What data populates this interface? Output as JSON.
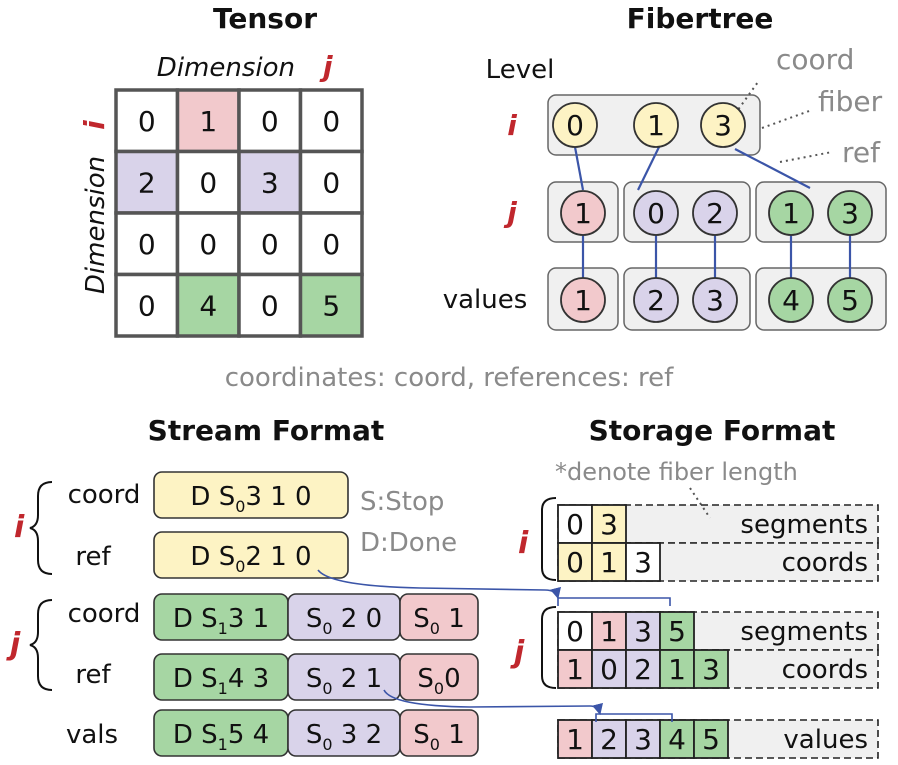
{
  "titles": {
    "tensor": "Tensor",
    "fibertree": "Fibertree",
    "stream": "Stream Format",
    "storage": "Storage Format"
  },
  "tensor": {
    "dim_j_label": "Dimension",
    "dim_j_var": "j",
    "dim_i_label": "Dimension",
    "dim_i_var": "i",
    "rows": [
      [
        "0",
        "1",
        "0",
        "0"
      ],
      [
        "2",
        "0",
        "3",
        "0"
      ],
      [
        "0",
        "0",
        "0",
        "0"
      ],
      [
        "0",
        "4",
        "0",
        "5"
      ]
    ]
  },
  "fibertree": {
    "level_label": "Level",
    "level_i": "i",
    "level_j": "j",
    "level_values": "values",
    "annotations": {
      "coord": "coord",
      "fiber": "fiber",
      "ref": "ref"
    },
    "i_coords": [
      "0",
      "1",
      "3"
    ],
    "j_fibers": [
      [
        "1"
      ],
      [
        "0",
        "2"
      ],
      [
        "1",
        "3"
      ]
    ],
    "value_fibers": [
      [
        "1"
      ],
      [
        "2",
        "3"
      ],
      [
        "4",
        "5"
      ]
    ]
  },
  "caption": "coordinates: coord, references: ref",
  "stream": {
    "i_var": "i",
    "j_var": "j",
    "row_labels": {
      "i_coord": "coord",
      "i_ref": "ref",
      "j_coord": "coord",
      "j_ref": "ref",
      "vals": "vals"
    },
    "legend": {
      "stop": "S:Stop",
      "done": "D:Done"
    },
    "i_coord": {
      "pre": "D S",
      "sub": "0",
      "post": "3 1 0"
    },
    "i_ref": {
      "pre": "D S",
      "sub": "0",
      "post": "2 1 0"
    },
    "j_coord": [
      {
        "pre": "D S",
        "sub": "1",
        "post": "3 1"
      },
      {
        "pre": "S",
        "sub": "0",
        "post": " 2 0"
      },
      {
        "pre": "S",
        "sub": "0",
        "post": " 1"
      }
    ],
    "j_ref": [
      {
        "pre": "D S",
        "sub": "1",
        "post": "4 3"
      },
      {
        "pre": "S",
        "sub": "0",
        "post": " 2 1"
      },
      {
        "pre": "S",
        "sub": "0",
        "post": "0"
      }
    ],
    "vals": [
      {
        "pre": "D S",
        "sub": "1",
        "post": "5 4"
      },
      {
        "pre": "S",
        "sub": "0",
        "post": " 3 2"
      },
      {
        "pre": "S",
        "sub": "0",
        "post": " 1"
      }
    ]
  },
  "storage": {
    "note": "*denote fiber length",
    "i_var": "i",
    "j_var": "j",
    "i_segments": [
      "0",
      "3"
    ],
    "i_segments_label": "segments",
    "i_coords": [
      "0",
      "1",
      "3"
    ],
    "i_coords_label": "coords",
    "j_segments": [
      "0",
      "1",
      "3",
      "5"
    ],
    "j_segments_label": "segments",
    "j_coords": [
      "1",
      "0",
      "2",
      "1",
      "3"
    ],
    "j_coords_label": "coords",
    "values": [
      "1",
      "2",
      "3",
      "4",
      "5"
    ],
    "values_label": "values"
  },
  "colors": {
    "pink": "#f2c9cc",
    "purple": "#d9d3ea",
    "green": "#a6d6a3",
    "yellow": "#fdf3c4",
    "panel": "#f0f0f0",
    "link": "#3b55a8",
    "accent_red": "#c0272d"
  }
}
